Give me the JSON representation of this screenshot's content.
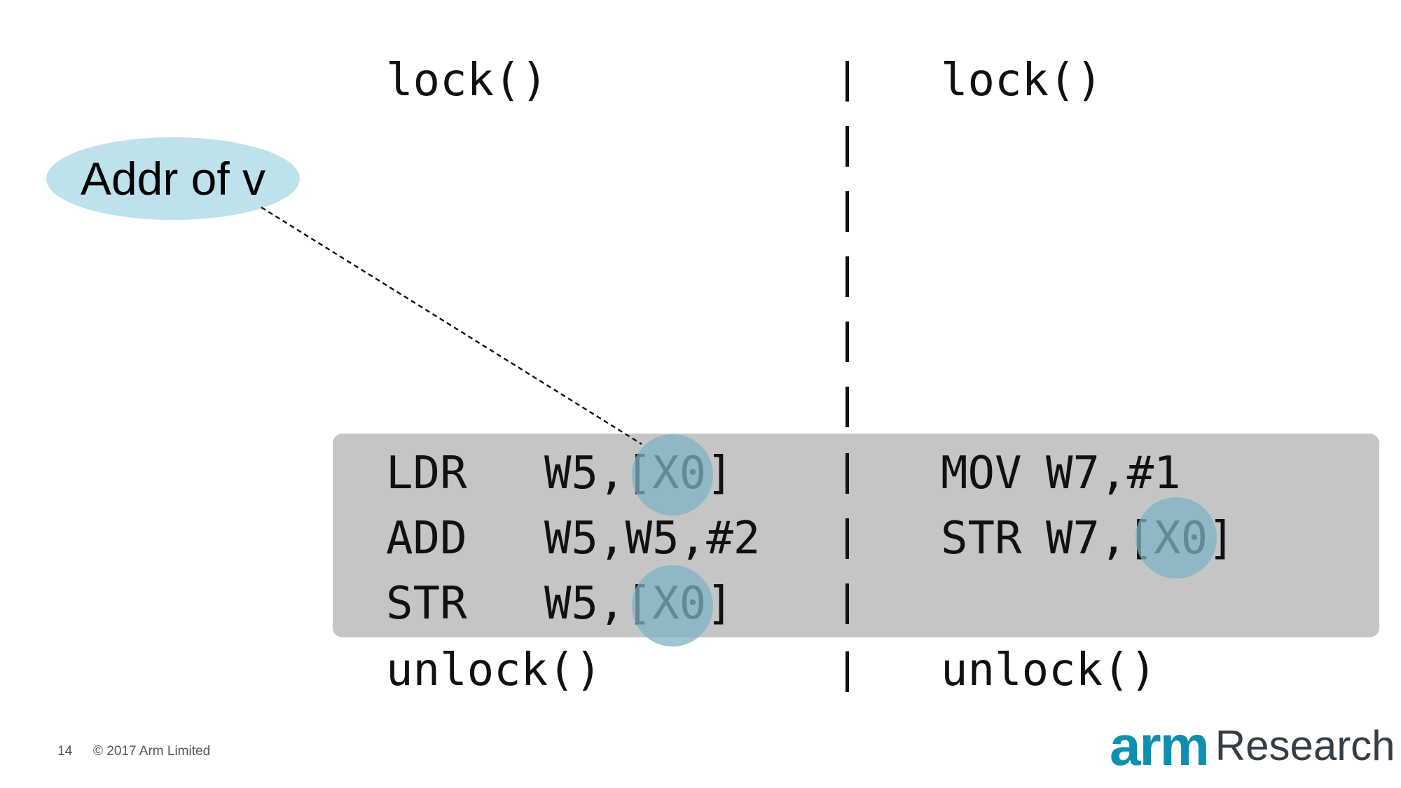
{
  "thread_left": {
    "lock": "lock()",
    "lines": [
      {
        "op": "LDR",
        "args": "W5,[X0]"
      },
      {
        "op": "ADD",
        "args": "W5,W5,#2"
      },
      {
        "op": "STR",
        "args": "W5,[X0]"
      }
    ],
    "unlock": "unlock()"
  },
  "thread_right": {
    "lock": "lock()",
    "lines": [
      {
        "op": "MOV",
        "args": "W7,#1"
      },
      {
        "op": "STR",
        "args": "W7,[X0]"
      }
    ],
    "unlock": "unlock()"
  },
  "callout": {
    "label": "Addr of v",
    "color": "#bde2ec"
  },
  "highlight_color": "#c4c5c4",
  "register_highlight_color": "#7fb2c4",
  "footer": {
    "page_number": "14",
    "copyright": "© 2017 Arm Limited"
  },
  "logo": {
    "brand": "arm",
    "suffix": "Research",
    "brand_color": "#0f8fb0"
  }
}
